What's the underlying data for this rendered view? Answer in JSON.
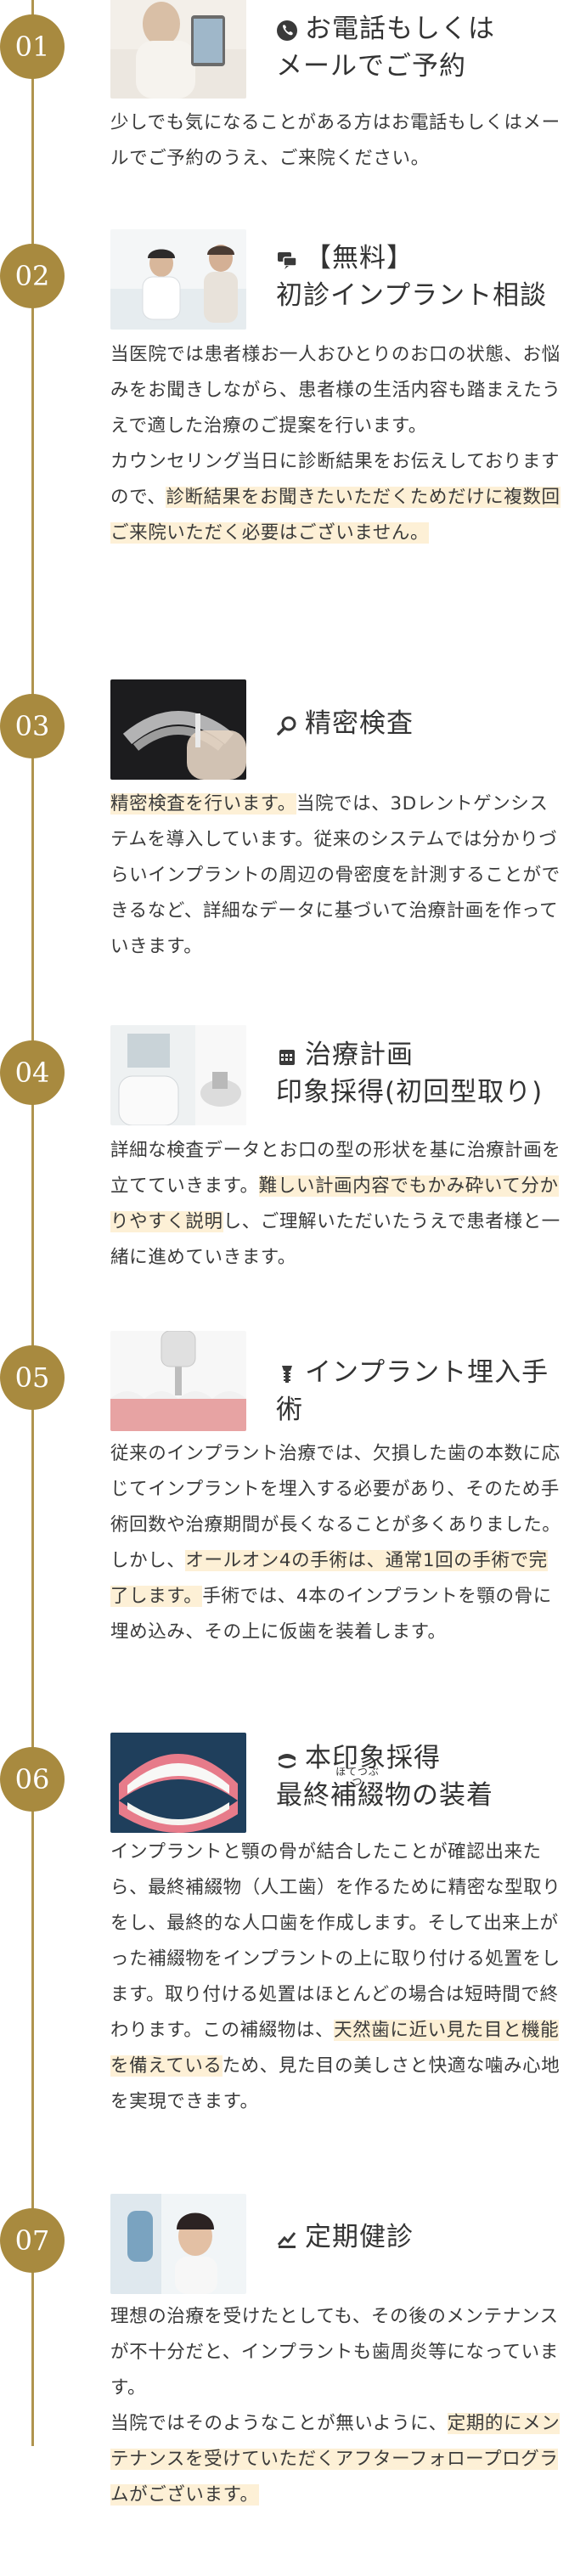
{
  "colors": {
    "accent": "#a88a3f",
    "timeline": "#b0944e",
    "highlight": "#fdf0d6",
    "text": "#3a3a3a"
  },
  "steps": [
    {
      "number": "01",
      "icon": "phone-icon",
      "title_lines": [
        "お電話もしくは",
        "メールでご予約"
      ],
      "body": [
        {
          "text": "少しでも気になることがある方はお電話もしくはメールでご予約のうえ、ご来院ください。",
          "highlight": false
        }
      ]
    },
    {
      "number": "02",
      "icon": "chat-icon",
      "title_lines": [
        "【無料】",
        "初診インプラント相談"
      ],
      "body": [
        {
          "text": "当医院では患者様お一人おひとりのお口の状態、お悩みをお聞きしながら、患者様の生活内容も踏まえたうえで適した治療のご提案を行います。",
          "highlight": false
        },
        {
          "text": "カウンセリング当日に診断結果をお伝えしておりますので、",
          "highlight": false
        },
        {
          "text": "診断結果をお聞きたいただくためだけに複数回ご来院いただく必要はございません。",
          "highlight": true
        }
      ]
    },
    {
      "number": "03",
      "icon": "magnifier-icon",
      "title_lines": [
        "精密検査"
      ],
      "body": [
        {
          "text": "精密検査を行います。",
          "highlight": true
        },
        {
          "text": "当院では、3Dレントゲンシステムを導入しています。従来のシステムでは分かりづらいインプラントの周辺の骨密度を計測することができるなど、詳細なデータに基づいて治療計画を作っていきます。",
          "highlight": false
        }
      ]
    },
    {
      "number": "04",
      "icon": "calendar-icon",
      "title_lines": [
        "治療計画",
        "印象採得(初回型取り)"
      ],
      "body": [
        {
          "text": "詳細な検査データとお口の型の形状を基に治療計画を立てていきます。",
          "highlight": false
        },
        {
          "text": "難しい計画内容でもかみ砕いて分かりやすく説明",
          "highlight": true
        },
        {
          "text": "し、ご理解いただいたうえで患者様と一緒に進めていきます。",
          "highlight": false
        }
      ]
    },
    {
      "number": "05",
      "icon": "implant-icon",
      "title_lines": [
        "インプラント埋入手術"
      ],
      "body": [
        {
          "text": "従来のインプラント治療では、欠損した歯の本数に応じてインプラントを埋入する必要があり、そのため手術回数や治療期間が長くなることが多くありました。しかし、",
          "highlight": false
        },
        {
          "text": "オールオン4の手術は、通常1回の手術で完了します。",
          "highlight": true
        },
        {
          "text": "手術では、4本のインプラントを顎の骨に埋め込み、その上に仮歯を装着します。",
          "highlight": false
        }
      ]
    },
    {
      "number": "06",
      "icon": "denture-icon",
      "title_lines": [
        "本印象採得",
        "最終補綴物の装着"
      ],
      "ruby": {
        "base": "補綴",
        "text": "ほてつぶつ"
      },
      "body": [
        {
          "text": "インプラントと顎の骨が結合したことが確認出来たら、最終補綴物（人工歯）を作るために精密な型取りをし、最終的な人口歯を作成します。そして出来上がった補綴物をインプラントの上に取り付ける処置をします。取り付ける処置はほとんどの場合は短時間で終わります。この補綴物は、",
          "highlight": false
        },
        {
          "text": "天然歯に近い見た目と機能を備えている",
          "highlight": true
        },
        {
          "text": "ため、見た目の美しさと快適な噛み心地を実現できます。",
          "highlight": false
        }
      ]
    },
    {
      "number": "07",
      "icon": "checkup-icon",
      "title_lines": [
        "定期健診"
      ],
      "body": [
        {
          "text": "理想の治療を受けたとしても、その後のメンテナンスが不十分だと、インプラントも歯周炎等になっています。",
          "highlight": false
        },
        {
          "text": "当院ではそのようなことが無いように、",
          "highlight": false
        },
        {
          "text": "定期的にメンテナンスを受けていただくアフターフォロープログラムがございます。",
          "highlight": true
        }
      ]
    }
  ]
}
